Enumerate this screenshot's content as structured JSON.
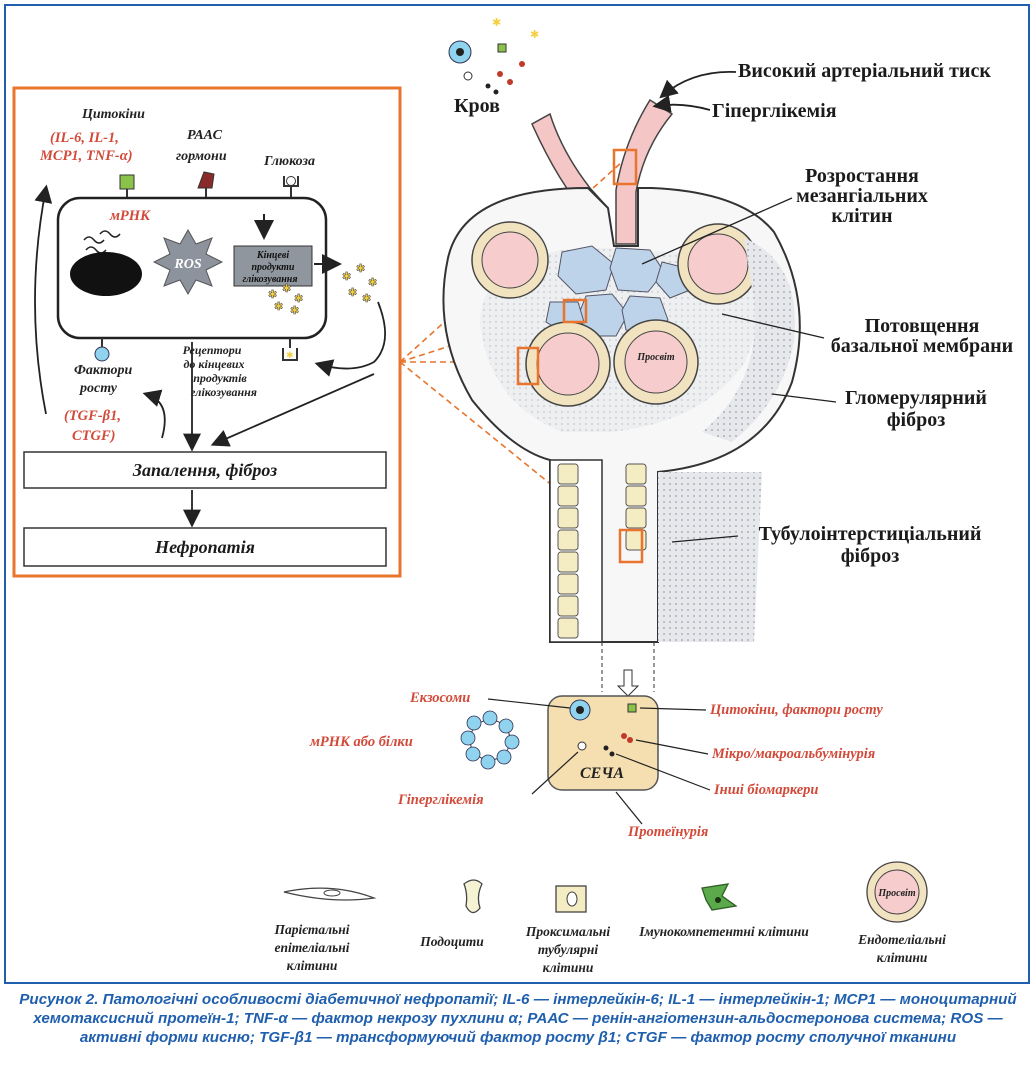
{
  "inset": {
    "cytokines_title": "Цитокіни",
    "cytokines_list": [
      "(IL-6, IL-1,",
      "MCP1, TNF-α)"
    ],
    "raas": [
      "РААС",
      "гормони"
    ],
    "glucose": "Глюкоза",
    "mrna": "мРНК",
    "ros": "ROS",
    "age_box": [
      "Кінцеві",
      "продукти",
      "глікозування"
    ],
    "growth_factors_title": [
      "Фактори",
      "росту"
    ],
    "growth_factors_list": [
      "(TGF-β1,",
      "CTGF)"
    ],
    "receptors": [
      "Рецептори",
      "до кінцевих",
      "продуктів",
      "глікозування"
    ],
    "inflammation": "Запалення, фіброз",
    "nephropathy": "Нефропатія"
  },
  "labels": {
    "blood": "Кров",
    "hypertension": "Високий артеріальний тиск",
    "hyperglycemia_top": "Гіперглікемія",
    "mesangial": [
      "Розростання",
      "мезангіальних",
      "клітин"
    ],
    "basal": [
      "Потовщення",
      "базальної мембрани"
    ],
    "glomerular_fibrosis": [
      "Гломерулярний",
      "фіброз"
    ],
    "tubulo_fibrosis": [
      "Тубулоінтерстиціальний",
      "фіброз"
    ],
    "lumen": "Просвіт"
  },
  "urine": {
    "title": "СЕЧА",
    "exosomes": "Екзосоми",
    "mrna_proteins": "мРНК або білки",
    "hyperglycemia": "Гіперглікемія",
    "cytokines_growth": "Цитокіни, фактори росту",
    "albuminuria": "Мікро/макроальбумінурія",
    "other_markers": "Інші біомаркери",
    "proteinuria": "Протеїнурія"
  },
  "legend": {
    "parietal": [
      "Парієтальні",
      "епітеліальні",
      "клітини"
    ],
    "podocytes": "Подоцити",
    "proximal": [
      "Проксимальні",
      "тубулярні",
      "клітини"
    ],
    "immune": "Імунокомпетентні клітини",
    "endothelial": [
      "Ендотеліальні",
      "клітини"
    ],
    "lumen": "Просвіт"
  },
  "caption": "Рисунок 2. Патологічні особливості діабетичної нефропатії; IL-6 — інтерлейкін-6; IL-1 — інтерлейкін-1; MCP1 — моноцитарний хемотаксисний протеїн-1; TNF-α — фактор некрозу пухлини α; РААС — ренін-ангіотензин-альдостеронова система; ROS — активні форми кисню; TGF-β1 — трансформуючий фактор росту β1; CTGF — фактор росту сполучної тканини",
  "colors": {
    "frame": "#1f5fae",
    "inset_border": "#e8742d",
    "accent_text": "#d24a3a"
  }
}
